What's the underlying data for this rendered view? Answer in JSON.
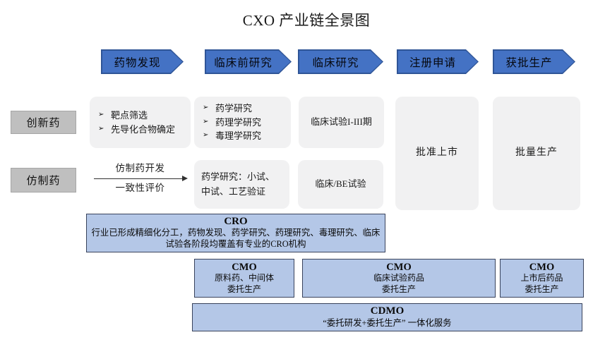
{
  "title": "CXO 产业链全景图",
  "glyphs": {
    "bullet": "➢"
  },
  "colors": {
    "arrow_fill": "#4472C4",
    "arrow_border": "#2F5597",
    "gray_fill": "#BFBFBF",
    "gray_border": "#A6A6A6",
    "panel_gray": "#F1F1F2",
    "blue_fill": "#B4C7E7",
    "blue_border": "#39435C"
  },
  "stages": [
    "药物发现",
    "临床前研究",
    "临床研究",
    "注册申请",
    "获批生产"
  ],
  "row_labels": {
    "innovative": "创新药",
    "generic": "仿制药"
  },
  "innovative": {
    "discovery_items": [
      "靶点筛选",
      "先导化合物确定"
    ],
    "preclinical_items": [
      "药学研究",
      "药理学研究",
      "毒理学研究"
    ],
    "clinical": "临床试验I-III期",
    "approval": "批准上市",
    "production": "批量生产"
  },
  "generic": {
    "arrow_top": "仿制药开发",
    "arrow_bottom": "一致性评价",
    "pharma": "药学研究：小试、中试、工艺验证",
    "clinical": "临床/BE试验"
  },
  "cro": {
    "title": "CRO",
    "desc": "行业已形成精细化分工，药物发现、药学研究、药理研究、毒理研究、临床试验各阶段均覆盖有专业的CRO机构"
  },
  "cmo": [
    {
      "title": "CMO",
      "line1": "原料药、中间体",
      "line2": "委托生产"
    },
    {
      "title": "CMO",
      "line1": "临床试验药品",
      "line2": "委托生产"
    },
    {
      "title": "CMO",
      "line1": "上市后药品",
      "line2": "委托生产"
    }
  ],
  "cdmo": {
    "title": "CDMO",
    "desc": "“委托研发+委托生产” 一体化服务"
  }
}
